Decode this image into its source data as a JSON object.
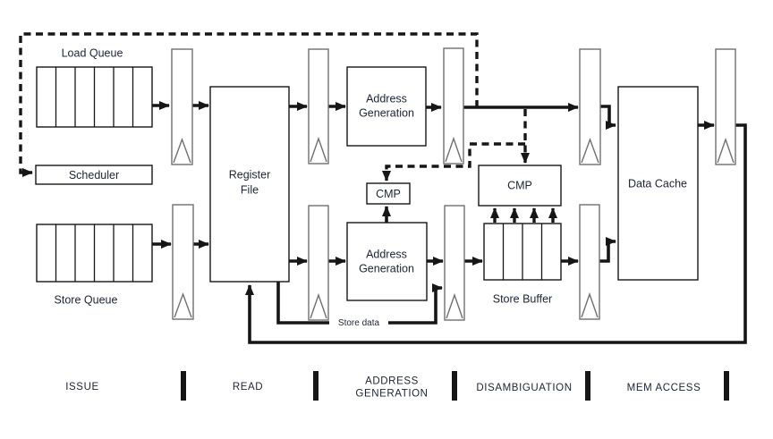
{
  "diagram": {
    "title_none": "",
    "boxes": {
      "load_queue": {
        "label": "Load Queue",
        "cells": 6
      },
      "scheduler": {
        "label": "Scheduler"
      },
      "store_queue": {
        "label": "Store Queue",
        "cells": 6
      },
      "register_file": {
        "lines": [
          "Register",
          "File"
        ]
      },
      "address_generation_load": {
        "lines": [
          "Address",
          "Generation"
        ]
      },
      "address_generation_store": {
        "lines": [
          "Address",
          "Generation"
        ]
      },
      "cmp_agu": {
        "label": "CMP"
      },
      "cmp_store_buffer": {
        "label": "CMP"
      },
      "store_buffer": {
        "label": "Store Buffer",
        "cells": 4
      },
      "data_cache": {
        "label": "Data Cache"
      }
    },
    "annotations": {
      "store_data_label": "Store data"
    },
    "stages": [
      {
        "lines": [
          "ISSUE"
        ]
      },
      {
        "lines": [
          "READ"
        ]
      },
      {
        "lines": [
          "ADDRESS",
          "GENERATION"
        ]
      },
      {
        "lines": [
          "DISAMBIGUATION"
        ]
      },
      {
        "lines": [
          "MEM ACCESS"
        ]
      }
    ],
    "colors": {
      "line": "#161616",
      "latch_stroke": "#707070",
      "text": "#1c2333",
      "background": "#ffffff"
    }
  }
}
